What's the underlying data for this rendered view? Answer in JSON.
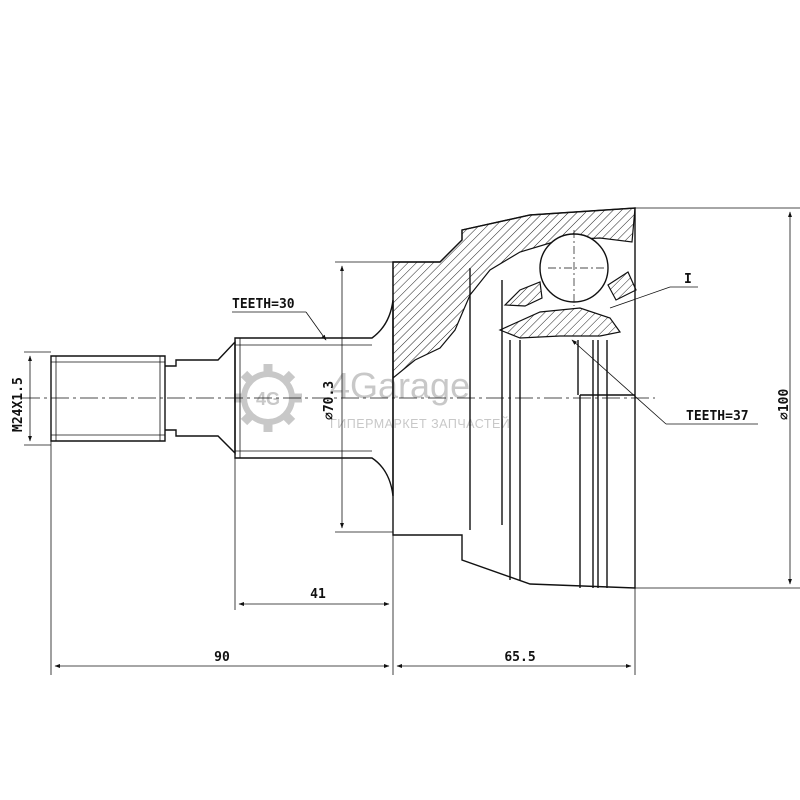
{
  "labels": {
    "teeth_outer": "TEETH=30",
    "teeth_inner": "TEETH=37",
    "thread": "M24X1.5",
    "shaft_diameter": "⌀70.3",
    "housing_diameter": "⌀100",
    "detail_marker": "I",
    "dim_shaft_length": "41",
    "dim_stub_length": "90",
    "dim_housing_length": "65.5"
  },
  "watermark": {
    "brand": "4Garage",
    "tagline": "ГИПЕРМАРКЕТ ЗАПЧАСТЕЙ",
    "badge": "4G"
  },
  "colors": {
    "line": "#111111",
    "hatch": "#222222",
    "watermark": "#bdbdbd"
  }
}
